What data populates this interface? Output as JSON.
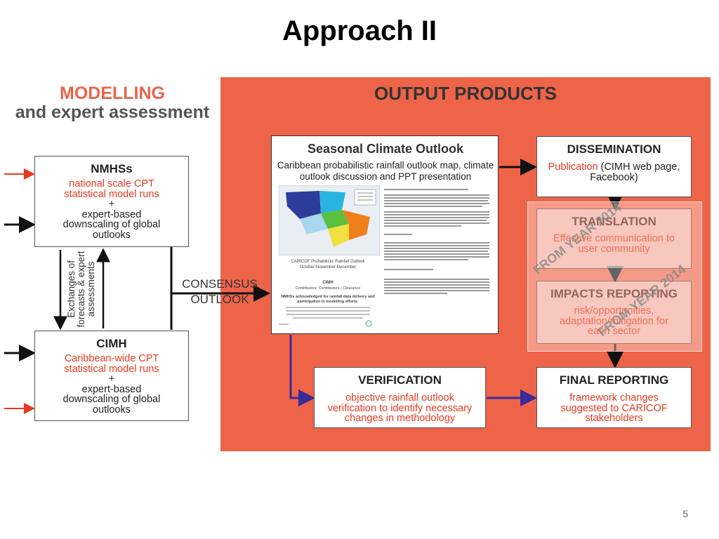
{
  "slide": {
    "title": "Approach II",
    "page_number": "5"
  },
  "modelling": {
    "heading_line1": "MODELLING",
    "heading_line2": "and expert assessment"
  },
  "output": {
    "heading": "OUTPUT PRODUCTS"
  },
  "nmhs": {
    "title": "NMHSs",
    "red_text": "national scale CPT statistical model runs",
    "plus": "+",
    "text": "expert-based downscaling of global outlooks"
  },
  "cimh": {
    "title": "CIMH",
    "red_text": "Caribbean-wide CPT statistical model runs",
    "plus": "+",
    "text": "expert-based downscaling of global outlooks"
  },
  "exchanges": {
    "text": "Exchanges of forecasts & expert assessments"
  },
  "consensus": {
    "line1": "CONSENSUS",
    "line2": "OUTLOOK"
  },
  "seasonal": {
    "title": "Seasonal Climate Outlook",
    "subtitle": "Caribbean probabilistic rainfall outlook map, climate outlook discussion and PPT presentation",
    "map_caption1": "CARICOF Probabilistic Rainfall Outlook",
    "map_caption2": "October-November-December",
    "org": "CIMH",
    "org_sub": "Contributors: Contributors / Clearance",
    "ack": "NMHSs acknowledged for rainfall data delivery and participation in modelling efforts:"
  },
  "dissemination": {
    "title": "DISSEMINATION",
    "red_text": "Publication",
    "text": " (CIMH web page, Facebook)"
  },
  "translation": {
    "title": "TRANSLATION",
    "text": "Effective communication to user community"
  },
  "impacts": {
    "title": "IMPACTS REPORTING",
    "text": "risk/opportunities, adaptation/mitigation for each sector"
  },
  "watermark": {
    "text": "FROM YEAR 2014"
  },
  "verification": {
    "title": "VERIFICATION",
    "text": "objective rainfall outlook verification to identify necessary changes in methodology"
  },
  "final": {
    "title": "FINAL REPORTING",
    "text": "framework changes suggested to CARICOF stakeholders"
  },
  "colors": {
    "output_bg": "#ee6448",
    "red_text": "#e6391f",
    "blue_arrow": "#3a2a9a",
    "orange_heading": "#e8644a"
  }
}
